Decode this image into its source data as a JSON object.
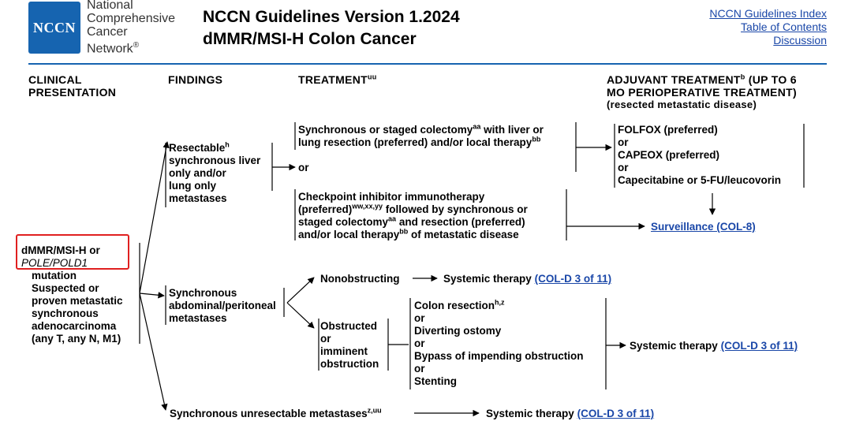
{
  "header": {
    "logo_text": "NCCN",
    "org_lines": [
      "National",
      "Comprehensive",
      "Cancer",
      "Network"
    ],
    "title_line1": "NCCN Guidelines Version 1.2024",
    "title_line2": "dMMR/MSI-H Colon Cancer",
    "links": [
      "NCCN Guidelines Index",
      "Table of Contents",
      "Discussion"
    ],
    "brand_color": "#1664b0"
  },
  "columns": {
    "clinical_1": "CLINICAL",
    "clinical_2": "PRESENTATION",
    "findings": "FINDINGS",
    "treatment": "TREATMENT",
    "treatment_sup": "uu",
    "adjuvant_1": "ADJUVANT TREATMENT",
    "adjuvant_sup": "b",
    "adjuvant_1b": " (UP TO 6",
    "adjuvant_2": "MO PERIOPERATIVE TREATMENT)",
    "adjuvant_3": "(resected metastatic disease)"
  },
  "presentation": {
    "line1": "dMMR/MSI-H or",
    "line2": "POLE/POLD1",
    "line3": "mutation",
    "line4": "Suspected or",
    "line5": "proven metastatic",
    "line6": "synchronous",
    "line7": "adenocarcinoma",
    "line8": "(any T, any N, M1)",
    "highlight_color": "#e02020"
  },
  "findings": {
    "resectable_1": "Resectable",
    "resectable_sup": "h",
    "resectable_2": "synchronous liver",
    "resectable_3": "only and/or",
    "resectable_4": "lung only",
    "resectable_5": "metastases",
    "abdominal_1": "Synchronous",
    "abdominal_2": "abdominal/peritoneal",
    "abdominal_3": "metastases",
    "unresectable": "Synchronous unresectable metastases",
    "unresectable_sup": "z,uu"
  },
  "treatment": {
    "colectomy_1a": "Synchronous or staged colectomy",
    "colectomy_1sup": "aa",
    "colectomy_1b": " with liver or",
    "colectomy_2a": "lung resection (preferred) and/or local therapy",
    "colectomy_2sup": "bb",
    "or": "or",
    "checkpoint_1": "Checkpoint inhibitor immunotherapy",
    "checkpoint_2a": "(preferred)",
    "checkpoint_2sup": "ww,xx,yy",
    "checkpoint_2b": " followed by synchronous or",
    "checkpoint_3a": "staged colectomy",
    "checkpoint_3sup": "aa",
    "checkpoint_3b": " and resection (preferred)",
    "checkpoint_4a": "and/or local therapy",
    "checkpoint_4sup": "bb",
    "checkpoint_4b": " of metastatic disease",
    "nonobstructing": "Nonobstructing",
    "obstructed_1": "Obstructed",
    "obstructed_2": "or",
    "obstructed_3": "imminent",
    "obstructed_4": "obstruction",
    "colon_resection": "Colon resection",
    "colon_resection_sup": "h,z",
    "diverting": "Diverting ostomy",
    "bypass": "Bypass of impending obstruction",
    "stenting": "Stenting"
  },
  "adjuvant": {
    "folfox": "FOLFOX (preferred)",
    "capeox": "CAPEOX (preferred)",
    "capecitabine": "Capecitabine or 5-FU/leucovorin",
    "surveillance": "Surveillance (COL-8)"
  },
  "systemic": {
    "label": "Systemic therapy",
    "link": "(COL-D 3 of 11)"
  }
}
